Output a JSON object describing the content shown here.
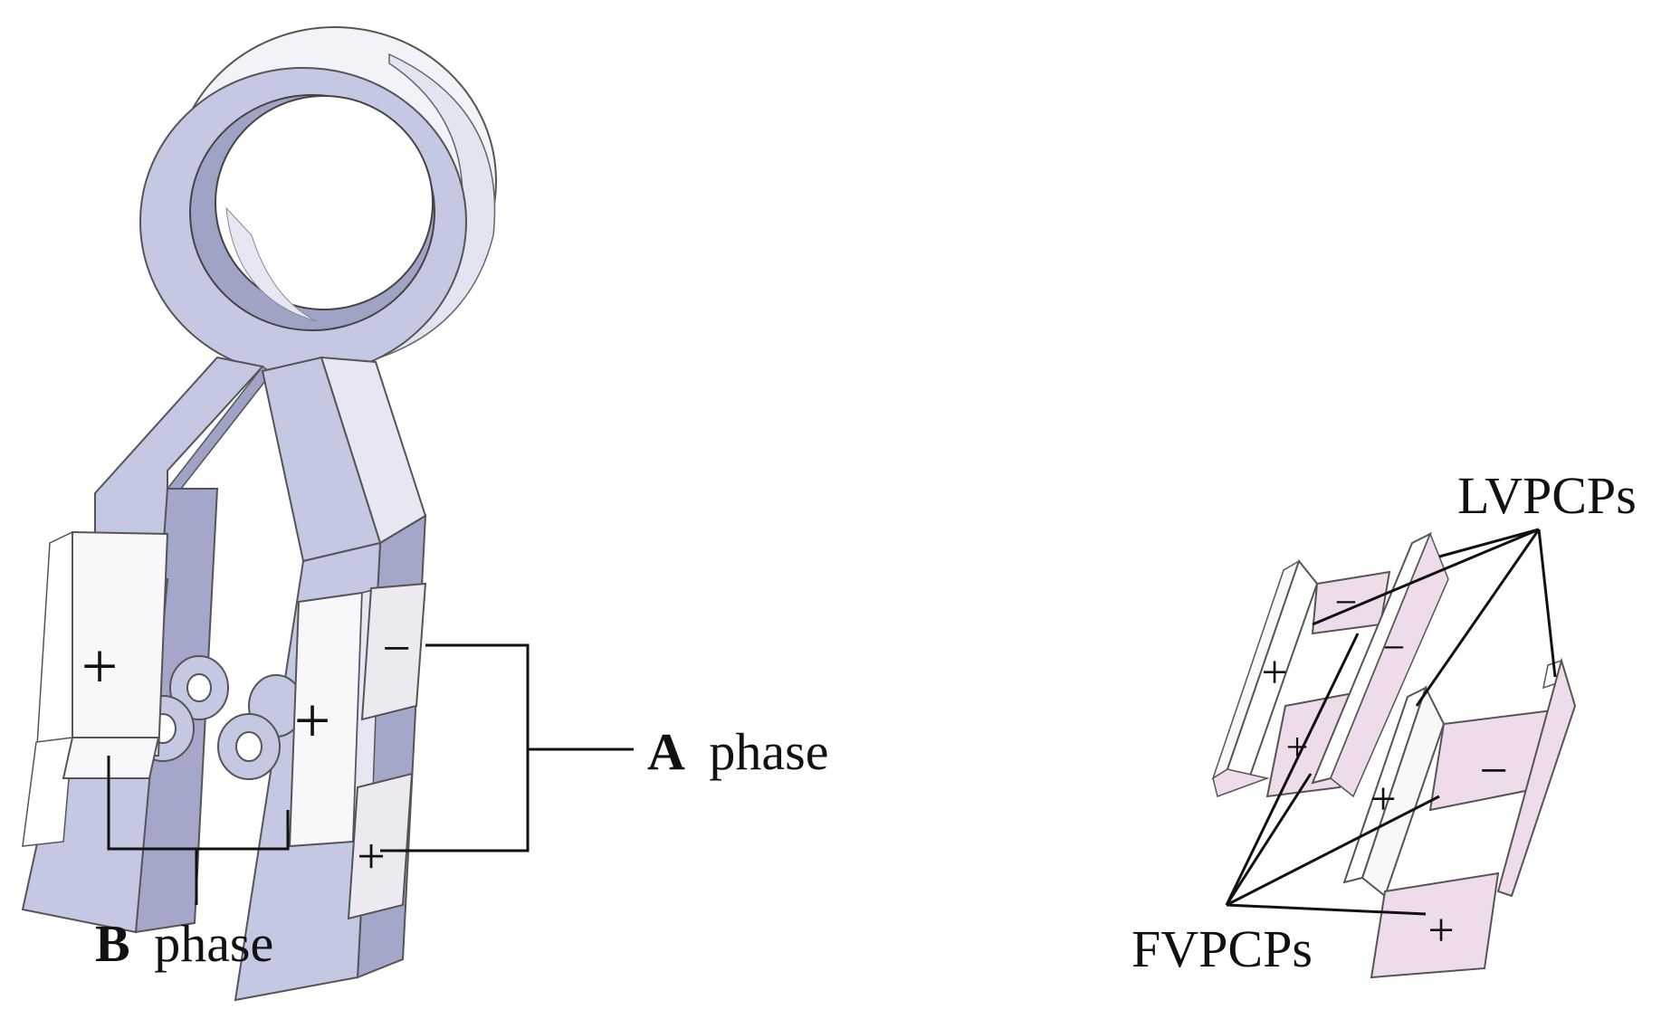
{
  "colors": {
    "metal_light": "#d7d9ec",
    "metal_mid": "#b9bcda",
    "metal_dark": "#9c9fc2",
    "piezo": "#f6f0f5",
    "piezo_pink": "#eedcea",
    "line": "#111111"
  },
  "labels": {
    "a_phase": {
      "letter": "A",
      "word": "phase"
    },
    "b_phase": {
      "letter": "B",
      "word": "phase"
    },
    "lvpcps": "LVPCPs",
    "fvpcps": "FVPCPs"
  },
  "signs": {
    "plus": "+",
    "minus": "−"
  }
}
